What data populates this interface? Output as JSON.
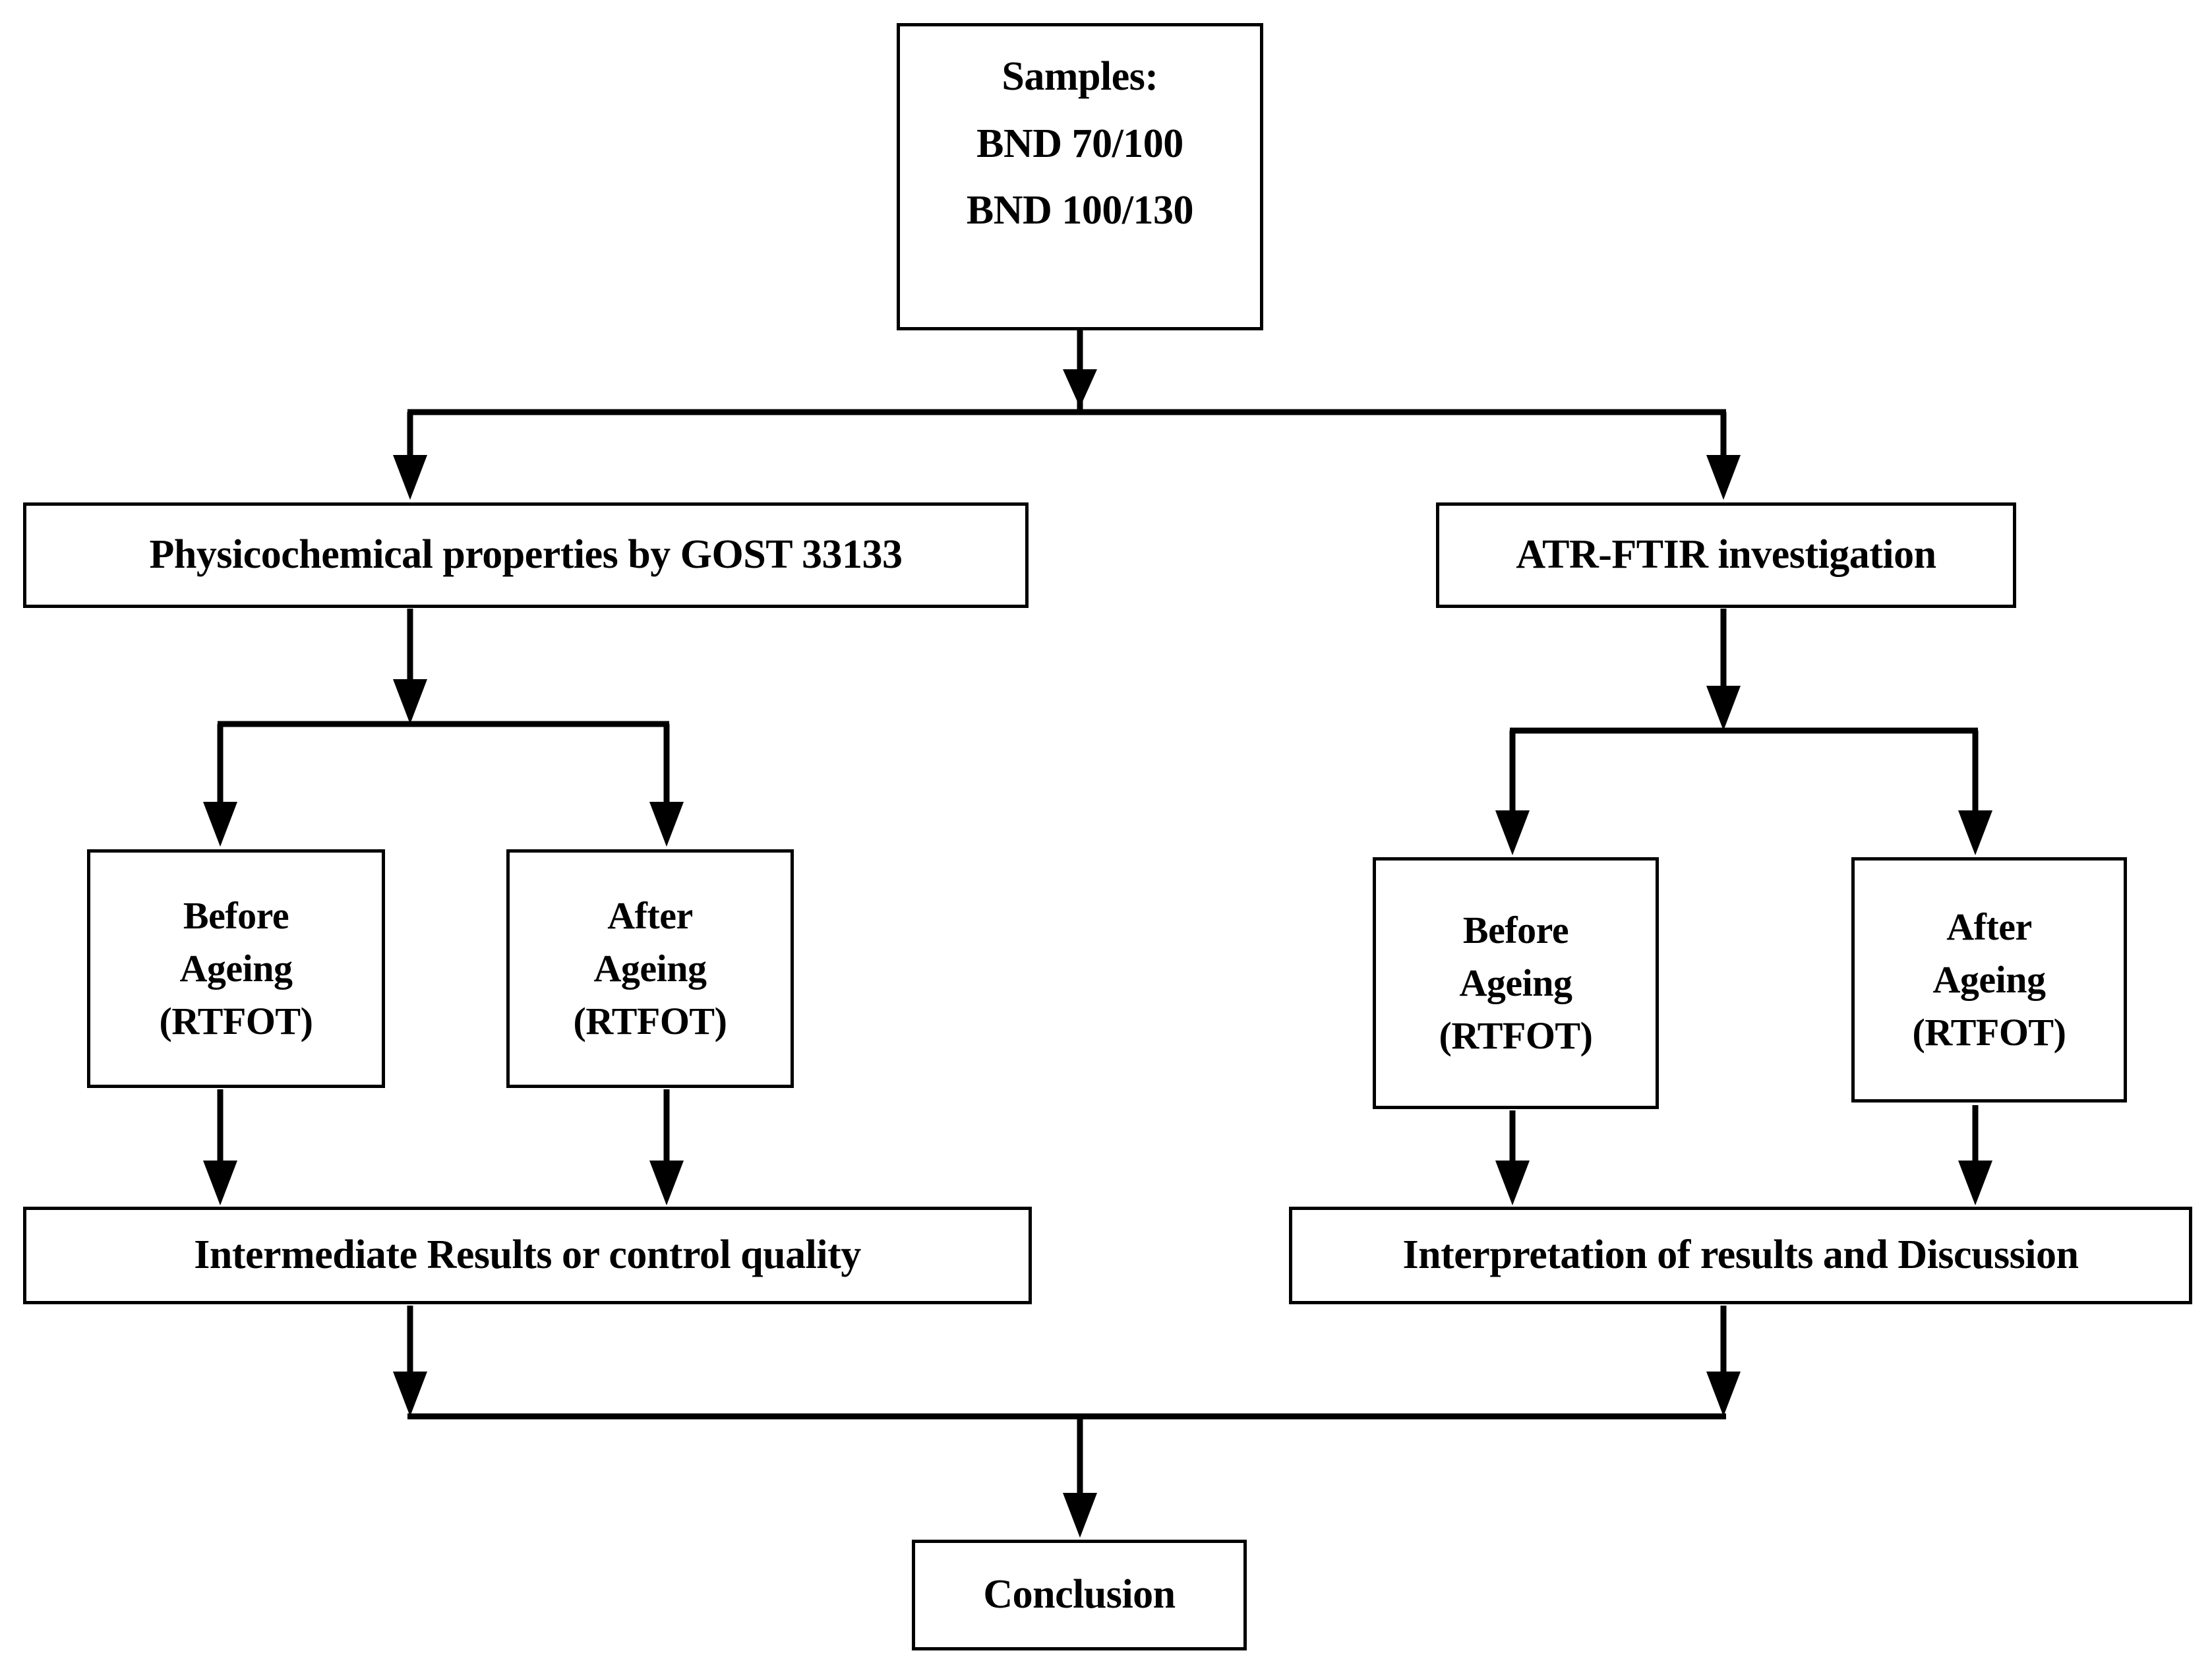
{
  "diagram": {
    "title": "Research methodology flowchart",
    "type": "flowchart",
    "orientation": "top-down",
    "colors": {
      "box_border": "#000000",
      "box_fill": "#ffffff",
      "connector": "#000000",
      "text": "#000000",
      "background": "#ffffff"
    },
    "nodes": {
      "samples": {
        "id": "samples",
        "lines": [
          "Samples:",
          "BND 70/100",
          "BND 100/130"
        ],
        "line1": "Samples:",
        "line2": "BND 70/100",
        "line3": "BND 100/130"
      },
      "physicochemical": {
        "id": "physicochemical",
        "label": "Physicochemical properties by GOST 33133"
      },
      "atr_ftir": {
        "id": "atr-ftir",
        "label": "ATR-FTIR investigation"
      },
      "left_before_ageing": {
        "id": "left-before-ageing",
        "line1": "Before",
        "line2": "Ageing",
        "line3": "(RTFOT)"
      },
      "left_after_ageing": {
        "id": "left-after-ageing",
        "line1": "After",
        "line2": "Ageing",
        "line3": "(RTFOT)"
      },
      "right_before_ageing": {
        "id": "right-before-ageing",
        "line1": "Before",
        "line2": "Ageing",
        "line3": "(RTFOT)"
      },
      "right_after_ageing": {
        "id": "right-after-ageing",
        "line1": "After",
        "line2": "Ageing",
        "line3": "(RTFOT)"
      },
      "intermediate_results": {
        "id": "intermediate-results",
        "label": "Intermediate Results or control quality"
      },
      "interpretation": {
        "id": "interpretation",
        "label": "Interpretation of results and Discussion"
      },
      "conclusion": {
        "id": "conclusion",
        "label": "Conclusion"
      }
    },
    "edges": [
      {
        "from": "samples",
        "to": "physicochemical",
        "style": "elbow-split",
        "arrow": true
      },
      {
        "from": "samples",
        "to": "atr_ftir",
        "style": "elbow-split",
        "arrow": true
      },
      {
        "from": "physicochemical",
        "to": "left_before_ageing",
        "style": "elbow-split",
        "arrow": true
      },
      {
        "from": "physicochemical",
        "to": "left_after_ageing",
        "style": "elbow-split",
        "arrow": true
      },
      {
        "from": "atr_ftir",
        "to": "right_before_ageing",
        "style": "elbow-split",
        "arrow": true
      },
      {
        "from": "atr_ftir",
        "to": "right_after_ageing",
        "style": "elbow-split",
        "arrow": true
      },
      {
        "from": "left_before_ageing",
        "to": "intermediate_results",
        "style": "straight",
        "arrow": true
      },
      {
        "from": "left_after_ageing",
        "to": "intermediate_results",
        "style": "straight",
        "arrow": true
      },
      {
        "from": "right_before_ageing",
        "to": "interpretation",
        "style": "straight",
        "arrow": true
      },
      {
        "from": "right_after_ageing",
        "to": "interpretation",
        "style": "straight",
        "arrow": true
      },
      {
        "from": "intermediate_results",
        "to": "conclusion",
        "style": "elbow-merge",
        "arrow": true
      },
      {
        "from": "interpretation",
        "to": "conclusion",
        "style": "elbow-merge",
        "arrow": true
      }
    ]
  }
}
